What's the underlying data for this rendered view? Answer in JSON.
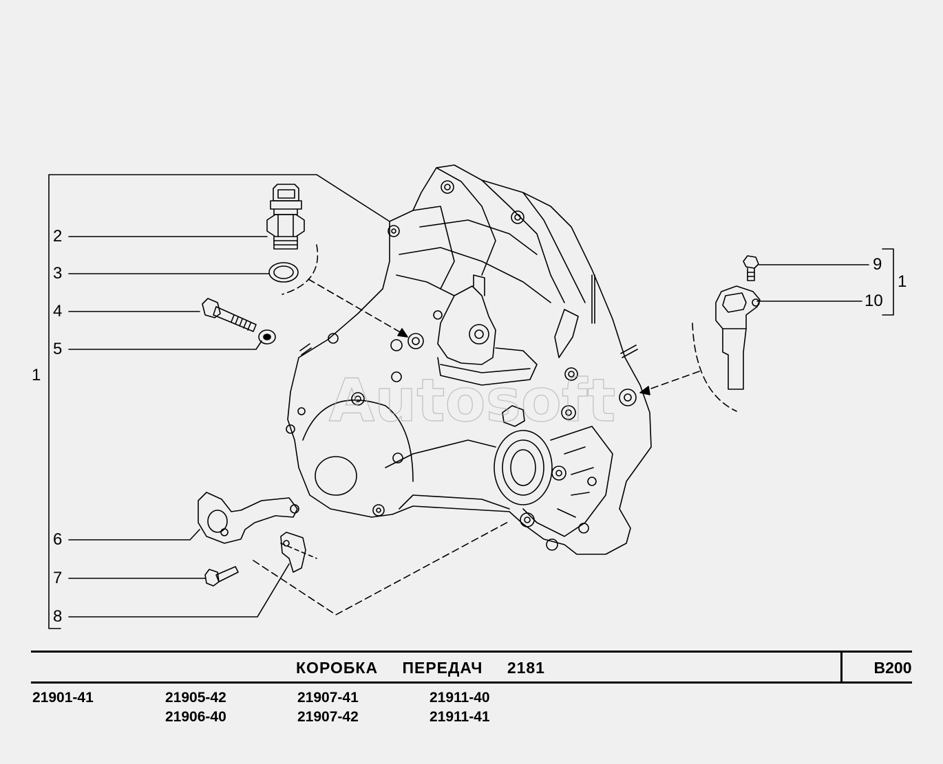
{
  "diagram": {
    "callouts": {
      "c1_left": "1",
      "c2": "2",
      "c3": "3",
      "c4": "4",
      "c5": "5",
      "c6": "6",
      "c7": "7",
      "c8": "8",
      "c9": "9",
      "c10": "10",
      "c1_right": "1"
    },
    "watermark": "Autosoft"
  },
  "title_bar": {
    "words": [
      "КОРОБКА",
      "ПЕРЕДАЧ",
      "2181"
    ],
    "code": "B200"
  },
  "models": {
    "col1": [
      "21901-41"
    ],
    "col2": [
      "21905-42",
      "21906-40"
    ],
    "col3": [
      "21907-41",
      "21907-42"
    ],
    "col4": [
      "21911-40",
      "21911-41"
    ]
  }
}
